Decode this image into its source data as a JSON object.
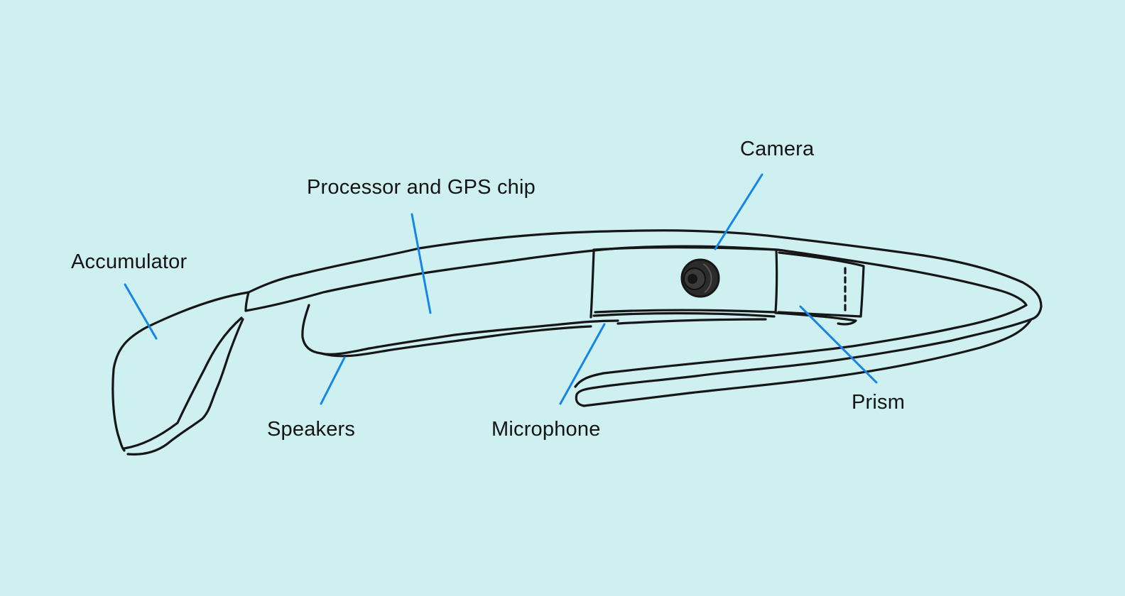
{
  "labels": {
    "accumulator": "Accumulator",
    "processor": "Processor and GPS chip",
    "camera": "Camera",
    "speakers": "Speakers",
    "microphone": "Microphone",
    "prism": "Prism"
  },
  "colors": {
    "background": "#cff0f1",
    "outline": "#161616",
    "leader": "#1386e8",
    "text": "#141414"
  }
}
